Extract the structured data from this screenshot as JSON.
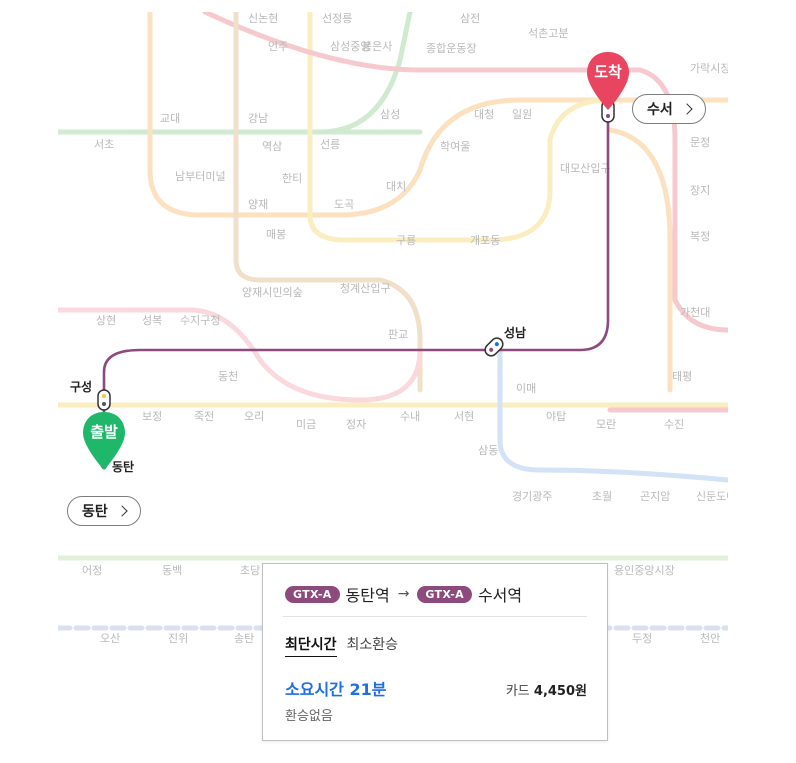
{
  "colors": {
    "gtx_a": "#8c4b7c",
    "start_pin": "#1fb86b",
    "end_pin": "#e94560",
    "duration_text": "#1f6fe0"
  },
  "map": {
    "background_labels": [
      "신논현",
      "선정릉",
      "삼전",
      "석촌고분",
      "언주",
      "삼성중앙",
      "봉은사",
      "종합운동장",
      "가락시장",
      "교대",
      "강남",
      "선릉",
      "삼성",
      "대청",
      "일원",
      "역삼",
      "한티",
      "학여울",
      "대모산입구",
      "남부터미널",
      "양재",
      "도곡",
      "대치",
      "매봉",
      "구룡",
      "개포동",
      "복정",
      "양재시민의숲",
      "청계산입구",
      "판교",
      "가천대",
      "상현",
      "성복",
      "수지구청",
      "동천",
      "이매",
      "태평",
      "보정",
      "죽전",
      "오리",
      "미금",
      "정자",
      "수내",
      "서현",
      "야탑",
      "모란",
      "수진",
      "삼동",
      "경기광주",
      "초월",
      "곤지암",
      "신둔도예촌",
      "어정",
      "동백",
      "초당",
      "용인중앙시장",
      "오산",
      "진위",
      "송탄",
      "두정",
      "천안",
      "문정",
      "장지",
      "서초"
    ],
    "route_stations": {
      "start": "동탄",
      "gusung": "구성",
      "seongnam": "성남",
      "end": "수서"
    },
    "pins": {
      "start_label": "출발",
      "end_label": "도착"
    },
    "chips": {
      "start_chip": "동탄",
      "end_chip": "수서"
    }
  },
  "panel": {
    "line_badge": "GTX-A",
    "origin": "동탄역",
    "arrow": "→",
    "destination": "수서역",
    "tabs": [
      "최단시간",
      "최소환승"
    ],
    "duration": "소요시간 21분",
    "fare_label": "카드",
    "fare_value": "4,450원",
    "transfer": "환승없음"
  }
}
